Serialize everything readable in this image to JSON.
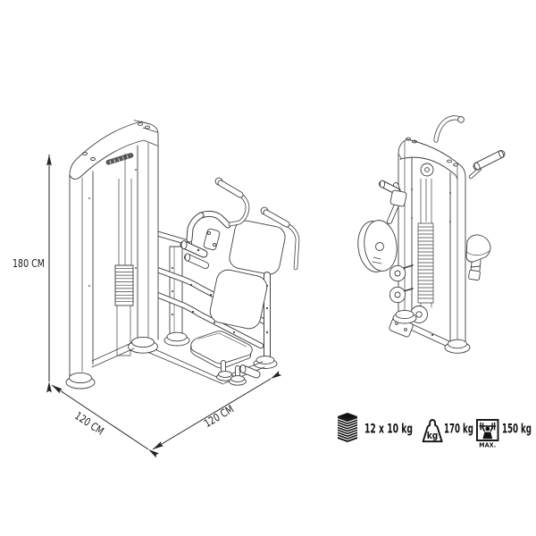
{
  "dimensions": {
    "height": {
      "label": "180 CM"
    },
    "depth": {
      "label": "120 CM"
    },
    "width": {
      "label": "120 CM"
    }
  },
  "specs": {
    "weight_stack": {
      "icon": "weight-stack-icon",
      "label": "12 x 10 kg"
    },
    "total_weight": {
      "icon": "kg-weight-icon",
      "icon_text": "kg",
      "label": "170 kg"
    },
    "max_user_weight": {
      "icon": "max-user-weight-icon",
      "icon_caption": "MAX.",
      "label": "150 kg"
    }
  },
  "colors": {
    "machine_line": "#3f3f3f",
    "dimension_line": "#222222",
    "icon_fill": "#111111",
    "background": "#ffffff"
  }
}
